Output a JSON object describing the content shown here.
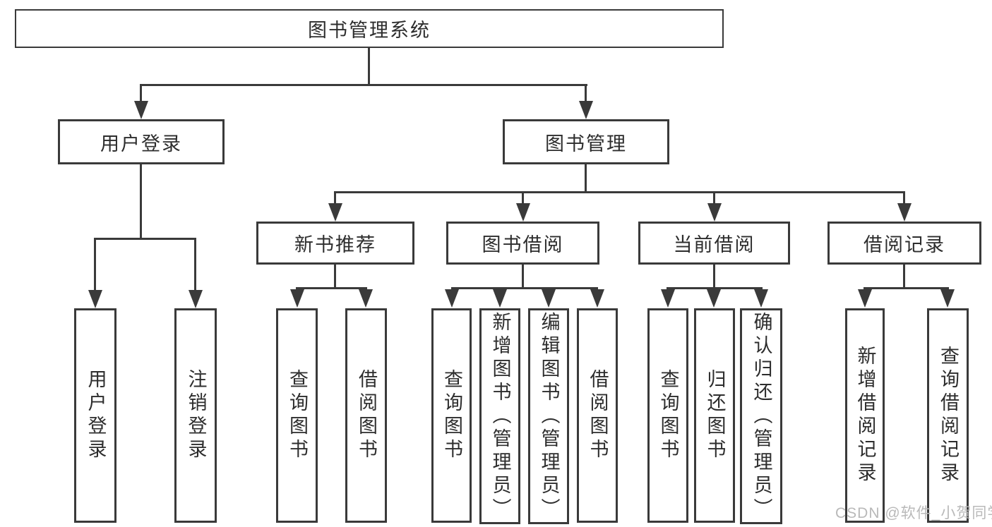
{
  "diagram": {
    "type": "tree",
    "root": {
      "label": "图书管理系统"
    },
    "level2": [
      {
        "label": "用户登录",
        "children": [
          {
            "label": "用户登录"
          },
          {
            "label": "注销登录"
          }
        ]
      },
      {
        "label": "图书管理",
        "children": [
          {
            "label": "新书推荐",
            "children": [
              {
                "label": "查询图书"
              },
              {
                "label": "借阅图书"
              }
            ]
          },
          {
            "label": "图书借阅",
            "children": [
              {
                "label": "查询图书"
              },
              {
                "label": "新增图书（管理员）"
              },
              {
                "label": "编辑图书（管理员）"
              },
              {
                "label": "借阅图书"
              }
            ]
          },
          {
            "label": "当前借阅",
            "children": [
              {
                "label": "查询图书"
              },
              {
                "label": "归还图书"
              },
              {
                "label": "确认归还（管理员）"
              }
            ]
          },
          {
            "label": "借阅记录",
            "children": [
              {
                "label": "新增借阅记录"
              },
              {
                "label": "查询借阅记录"
              }
            ]
          }
        ]
      }
    ],
    "watermark": {
      "text": "CSDN @软件_小贺同学",
      "color": "#b9b9b9"
    },
    "colors": {
      "line": "#3a3a3a",
      "border": "#3a3a3a",
      "text": "#2d2d2d",
      "background": "#ffffff"
    }
  }
}
